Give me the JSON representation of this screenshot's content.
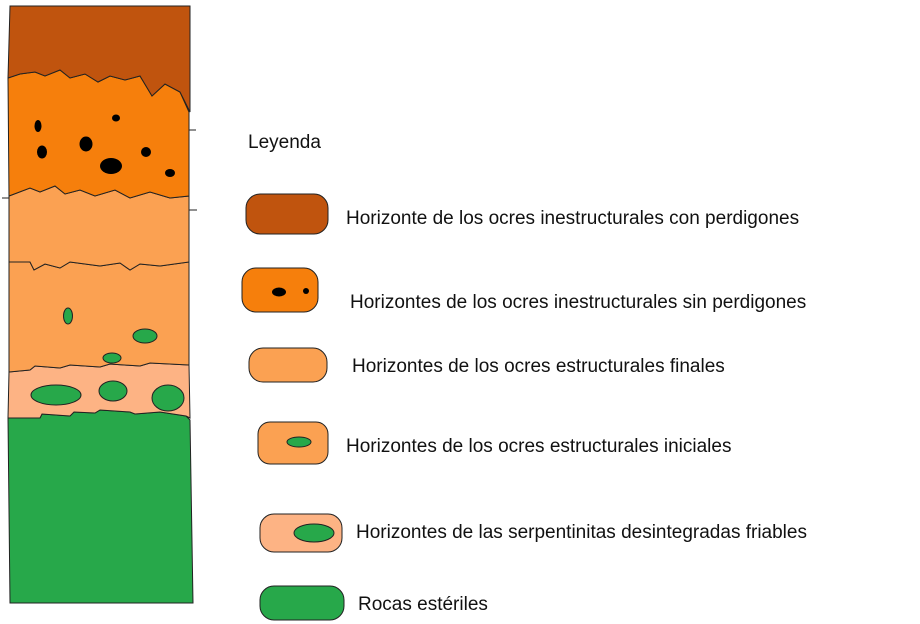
{
  "legend": {
    "title": "Leyenda",
    "items": [
      {
        "label": "Horizonte de los ocres inestructurales con perdigones",
        "color": "#c0540e",
        "marker": "none"
      },
      {
        "label": "Horizontes de los ocres inestructurales sin perdigones",
        "color": "#f67f0c",
        "marker": "black-dots"
      },
      {
        "label": "Horizontes de los ocres estructurales finales",
        "color": "#fba152",
        "marker": "none"
      },
      {
        "label": "Horizontes de los ocres estructurales iniciales",
        "color": "#fba152",
        "marker": "green-ellipse"
      },
      {
        "label": "Horizontes de las serpentinitas desintegradas friables",
        "color": "#fdb384",
        "marker": "green-ellipse"
      },
      {
        "label": "Rocas estériles",
        "color": "#27a84a",
        "marker": "none"
      }
    ]
  },
  "profile": {
    "layers": [
      {
        "name": "ocres inestructurales con perdigones",
        "color": "#c0540e"
      },
      {
        "name": "ocres inestructurales sin perdigones",
        "color": "#f67f0c"
      },
      {
        "name": "ocres estructurales finales",
        "color": "#fba152"
      },
      {
        "name": "ocres estructurales iniciales",
        "color": "#fba152"
      },
      {
        "name": "serpentinitas desintegradas friables",
        "color": "#fdb384"
      },
      {
        "name": "rocas estériles",
        "color": "#27a84a"
      }
    ],
    "inclusion_colors": {
      "perdigon": "#000000",
      "serpentinite": "#27a84a"
    }
  }
}
